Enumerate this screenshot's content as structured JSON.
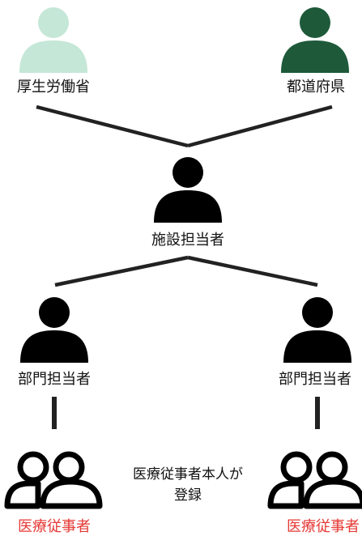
{
  "colors": {
    "mhlw": "#c5e7d7",
    "prefecture": "#1e5a3a",
    "dark": "#000000",
    "staff_label": "#e53935"
  },
  "nodes": {
    "mhlw": {
      "label": "厚生労働省",
      "icon": "person-icon"
    },
    "prefecture": {
      "label": "都道府県",
      "icon": "person-icon"
    },
    "facility_manager": {
      "label": "施設担当者",
      "icon": "person-icon"
    },
    "dept_manager_left": {
      "label": "部門担当者",
      "icon": "person-icon"
    },
    "dept_manager_right": {
      "label": "部門担当者",
      "icon": "person-icon"
    },
    "staff_left": {
      "label": "医療従事者",
      "icon": "people-outline-icon"
    },
    "staff_right": {
      "label": "医療従事者",
      "icon": "people-outline-icon"
    }
  },
  "note": {
    "line1": "医療従事者本人が",
    "line2": "登録"
  }
}
